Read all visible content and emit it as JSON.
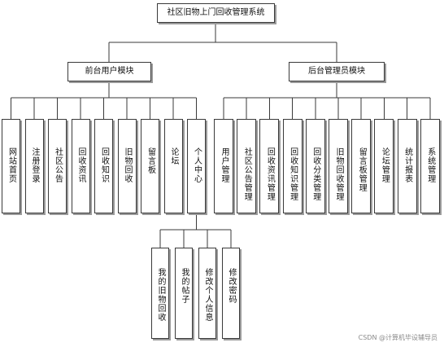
{
  "root": {
    "label": "社区旧物上门回收管理系统"
  },
  "modules": [
    {
      "label": "前台用户模块",
      "children": [
        "网站首页",
        "注册登录",
        "社区公告",
        "回收资讯",
        "回收知识",
        "旧物回收",
        "留言板",
        "论坛",
        "个人中心"
      ]
    },
    {
      "label": "后台管理员模块",
      "children": [
        "用户管理",
        "社区公告管理",
        "回收资讯管理",
        "回收知识管理",
        "回收分类管理",
        "旧物回收管理",
        "留言板管理",
        "论坛管理",
        "统计报表",
        "系统管理"
      ]
    }
  ],
  "personal_center": {
    "children": [
      "我的旧物回收",
      "我的帖子",
      "修改个人信息",
      "修改密码"
    ]
  },
  "watermark": "CSDN @计算机毕设辅导员"
}
